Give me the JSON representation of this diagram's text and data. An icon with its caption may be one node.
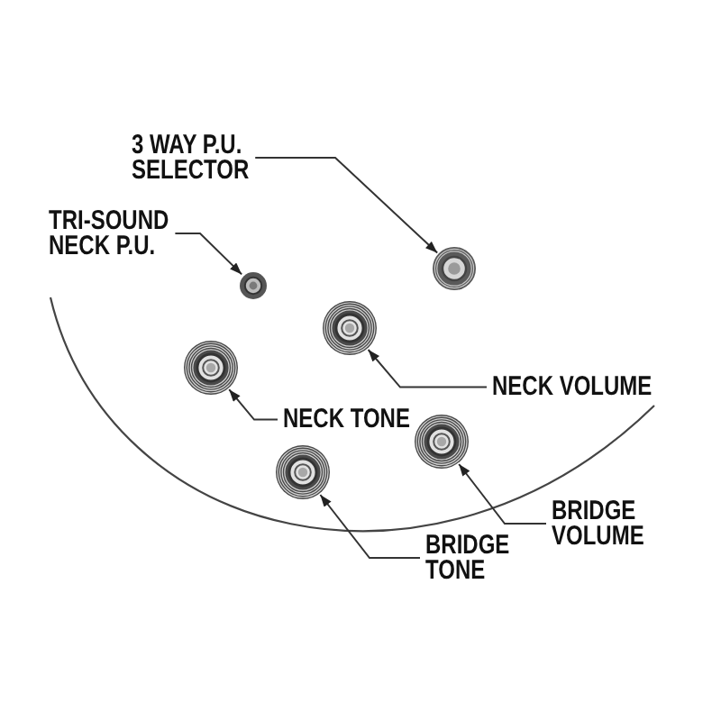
{
  "diagram": {
    "nodes": [
      {
        "text": [
          "3 WAY P.U. SELECTOR"
        ]
      },
      {
        "text": [
          "TRI-SOUND NECK P.U."
        ]
      },
      {
        "text": [
          "NECK VOLUME"
        ]
      },
      {
        "text": [
          "NECK TONE"
        ]
      },
      {
        "text": [
          "BRIDGE VOLUME"
        ]
      },
      {
        "text": [
          "BRIDGE TONE"
        ]
      },
      {
        "text": [],
        "shape": "circle"
      },
      {
        "text": [],
        "shape": "circle"
      },
      {
        "text": [],
        "shape": "circle"
      },
      {
        "text": [],
        "shape": "circle"
      },
      {
        "text": [],
        "shape": "circle"
      },
      {
        "text": [],
        "shape": "circle"
      }
    ],
    "edges": [
      {
        "from": 0,
        "to": 6,
        "arrow": "to"
      },
      {
        "from": 1,
        "to": 7,
        "arrow": "to"
      },
      {
        "from": 2,
        "to": 8,
        "arrow": "to"
      },
      {
        "from": 3,
        "to": 9,
        "arrow": "to"
      },
      {
        "from": 4,
        "to": 10,
        "arrow": "to"
      },
      {
        "from": 5,
        "to": 11,
        "arrow": "to"
      }
    ]
  }
}
